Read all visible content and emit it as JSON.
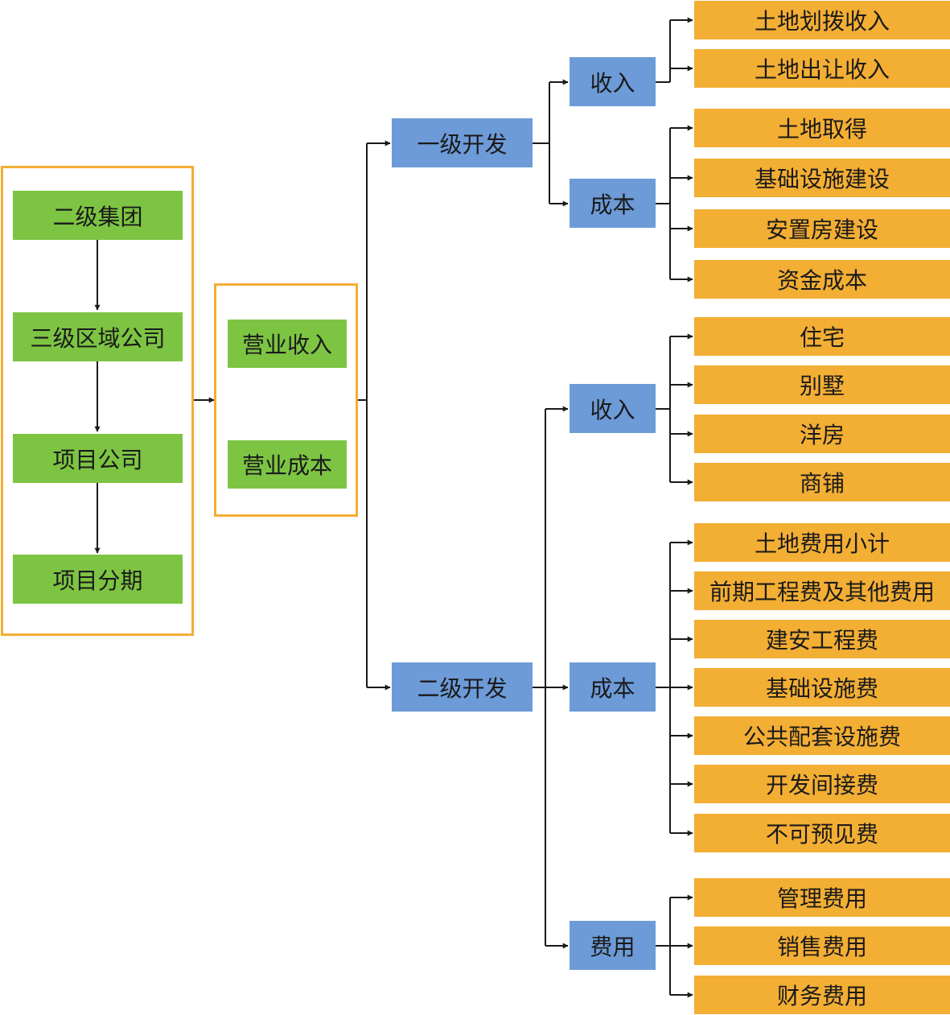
{
  "hierarchy": [
    "二级集团",
    "三级区域公司",
    "项目公司",
    "项目分期"
  ],
  "business": {
    "revenue": "营业收入",
    "cost": "营业成本"
  },
  "primary_dev": {
    "label": "一级开发",
    "income": {
      "label": "收入",
      "items": [
        "土地划拨收入",
        "土地出让收入"
      ]
    },
    "cost": {
      "label": "成本",
      "items": [
        "土地取得",
        "基础设施建设",
        "安置房建设",
        "资金成本"
      ]
    }
  },
  "secondary_dev": {
    "label": "二级开发",
    "income": {
      "label": "收入",
      "items": [
        "住宅",
        "别墅",
        "洋房",
        "商铺"
      ]
    },
    "cost": {
      "label": "成本",
      "items": [
        "土地费用小计",
        "前期工程费及其他费用",
        "建安工程费",
        "基础设施费",
        "公共配套设施费",
        "开发间接费",
        "不可预见费"
      ]
    },
    "expense": {
      "label": "费用",
      "items": [
        "管理费用",
        "销售费用",
        "财务费用"
      ]
    }
  },
  "colors": {
    "green": "#7dc443",
    "blue": "#6d9bd8",
    "orange": "#f3ae34",
    "line": "#1a1a1a"
  }
}
